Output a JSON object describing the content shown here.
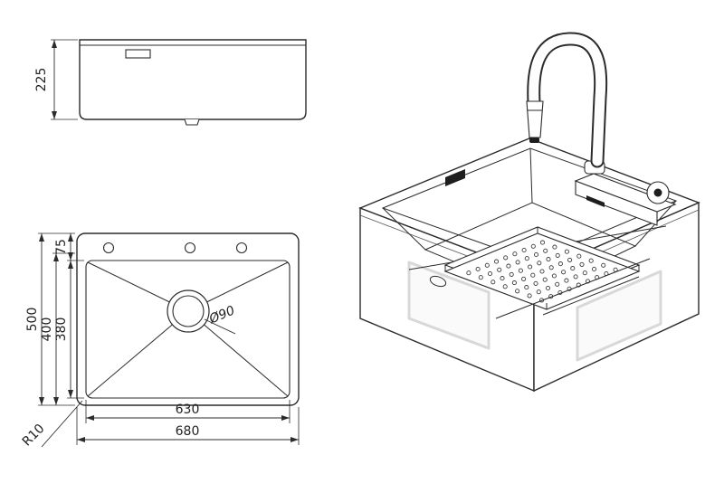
{
  "page": {
    "background": "#ffffff",
    "line_color": "#2b2b2b"
  },
  "drawing": {
    "type": "technical-drawing",
    "subject": "kitchen sink with pull-down faucet, three views",
    "side_view": {
      "height": "225"
    },
    "plan_view": {
      "overall_width": "680",
      "bowl_width": "630",
      "overall_depth": "500",
      "bowl_depth": "400",
      "bowl_inner_depth": "380",
      "rim_offset": "75",
      "drain_diameter": "Ø90",
      "corner_radius": "R10"
    }
  }
}
